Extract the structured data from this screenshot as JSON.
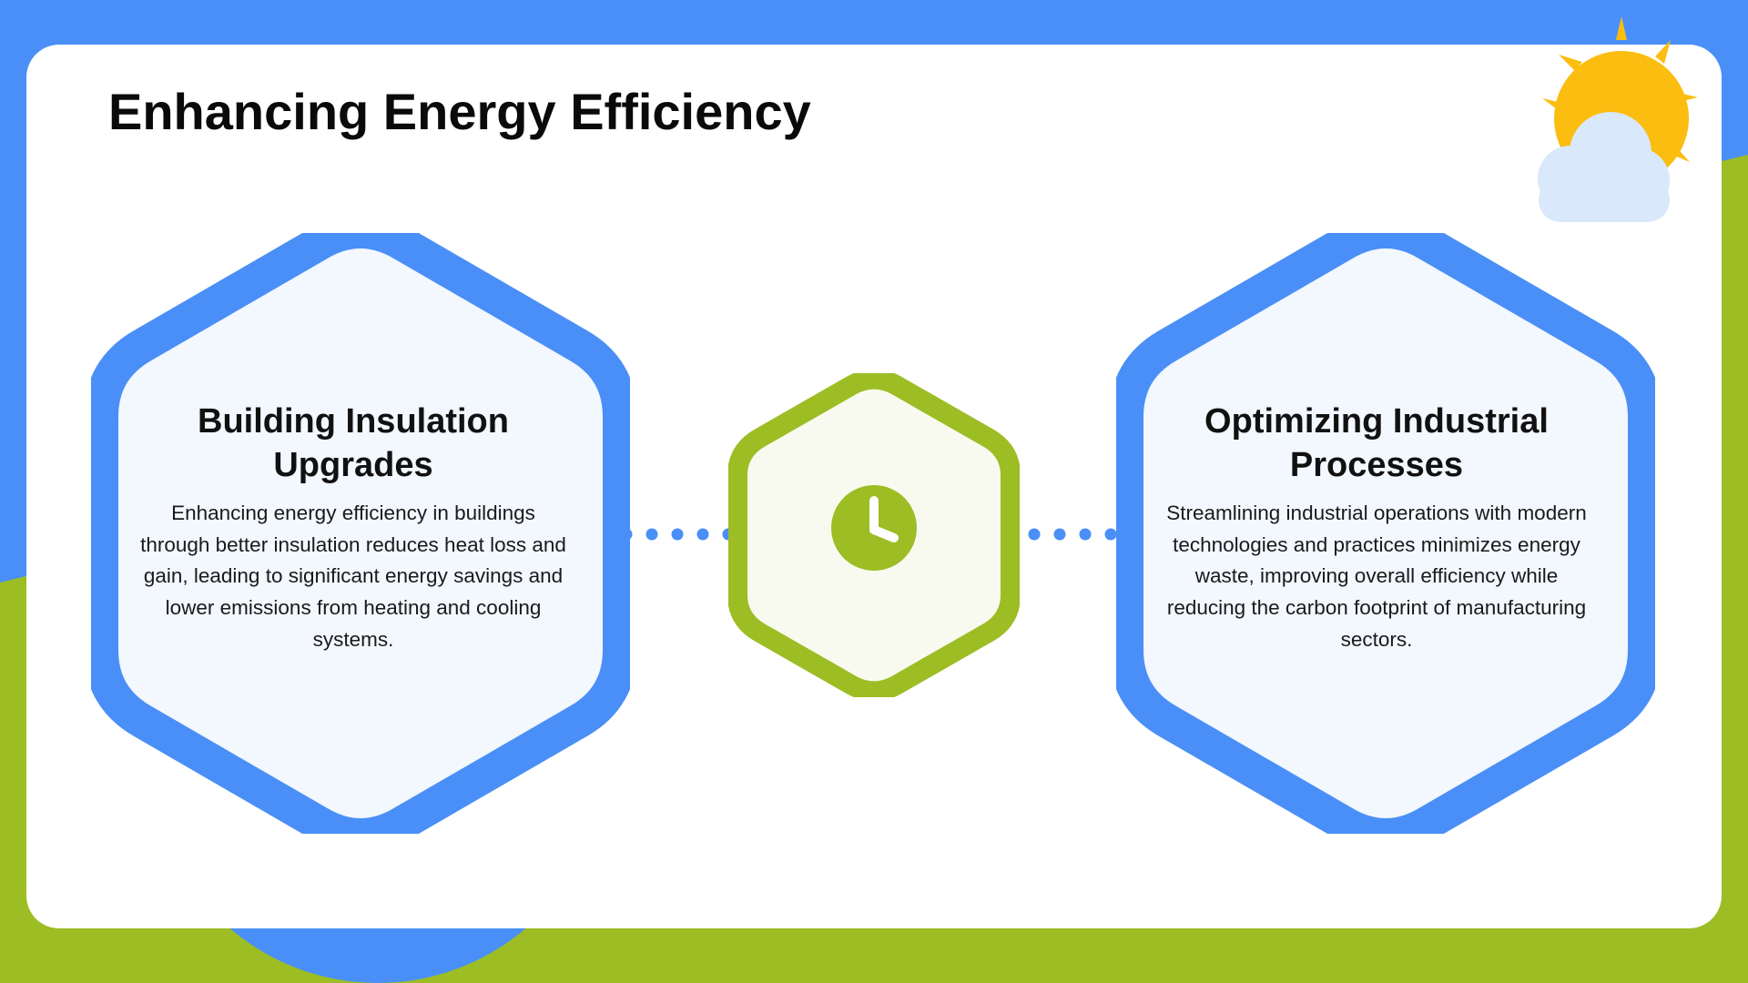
{
  "slide": {
    "title": "Enhancing Energy Efficiency",
    "colors": {
      "primary_blue": "#4a8ff7",
      "accent_green": "#9dbd24",
      "hex_fill": "#f3f7fe",
      "center_fill": "#f8faf0",
      "sun": "#fbbd0f",
      "cloud": "#dae8fb",
      "card": "#ffffff"
    }
  },
  "left_panel": {
    "heading": "Building Insulation Upgrades",
    "body": "Enhancing energy efficiency in buildings through better insulation reduces heat loss and gain, leading to significant energy savings and lower emissions from heating and cooling systems."
  },
  "right_panel": {
    "heading": "Optimizing Industrial Processes",
    "body": "Streamlining industrial operations with modern technologies and practices minimizes energy waste, improving overall efficiency while reducing the carbon footprint of manufacturing sectors."
  },
  "center": {
    "icon": "clock-icon"
  },
  "decoration": {
    "icon": "sun-cloud-icon"
  }
}
